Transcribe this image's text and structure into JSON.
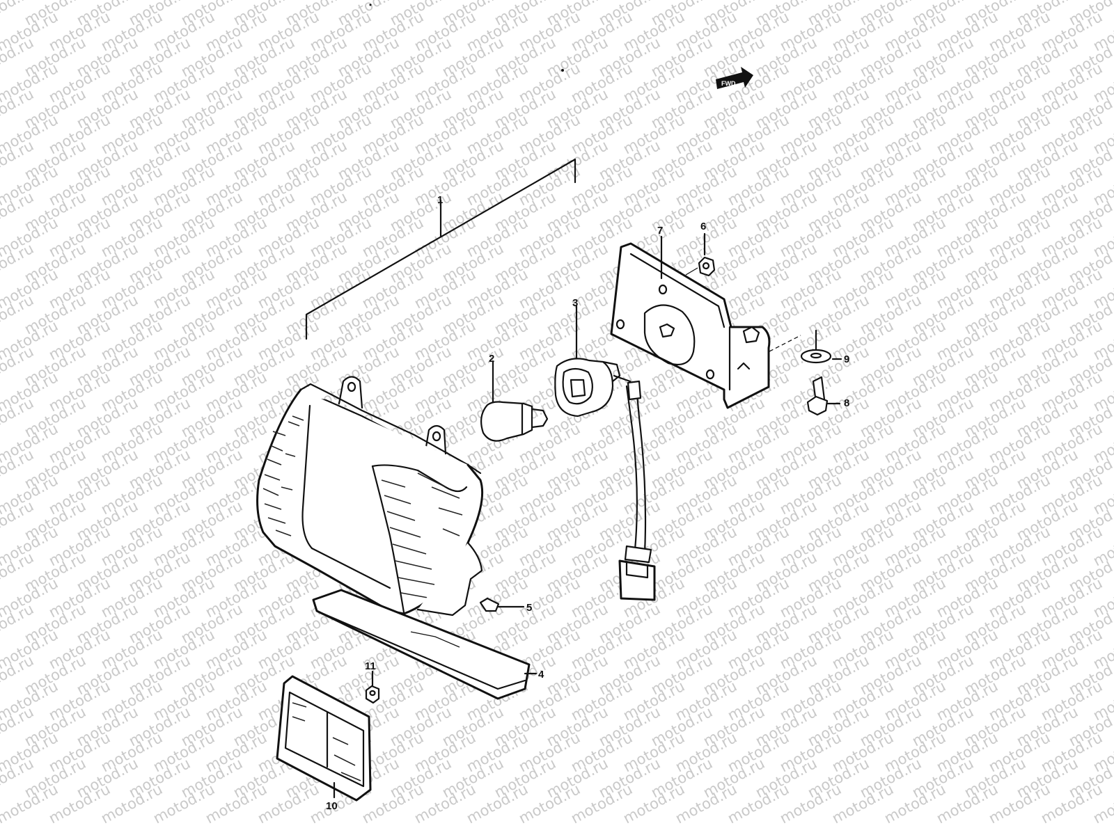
{
  "watermark": {
    "text": "motod.ru"
  },
  "direction_marker": {
    "text": "FWD",
    "icon": "direction-arrow-icon"
  },
  "callouts": [
    {
      "id": "1",
      "part": "turn-signal-lamp-assembly"
    },
    {
      "id": "2",
      "part": "bulb"
    },
    {
      "id": "3",
      "part": "bulb-socket"
    },
    {
      "id": "4",
      "part": "lens-cover-strip"
    },
    {
      "id": "5",
      "part": "screw"
    },
    {
      "id": "6",
      "part": "nut"
    },
    {
      "id": "7",
      "part": "mounting-bracket"
    },
    {
      "id": "8",
      "part": "bolt"
    },
    {
      "id": "9",
      "part": "washer"
    },
    {
      "id": "10",
      "part": "side-reflector"
    },
    {
      "id": "11",
      "part": "nut"
    }
  ],
  "colors": {
    "line": "#111111",
    "watermark": "#c9c9c9",
    "background": "#ffffff"
  }
}
